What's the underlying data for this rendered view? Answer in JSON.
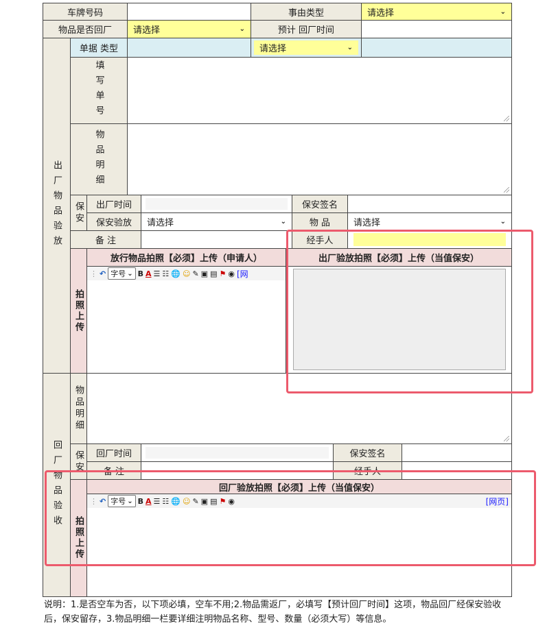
{
  "row1": {
    "plate_label": "车牌号码",
    "reason_label": "事由类型",
    "reason_value": "请选择"
  },
  "row2": {
    "return_label": "物品是否回厂",
    "return_value": "请选择",
    "eta_label": "预计 回厂时间"
  },
  "out_section": {
    "title": "出厂物品验放",
    "doc_type_label": "单据 类型",
    "doc_type_value": "请选择",
    "fill_no_label": "填写单号",
    "item_detail_label": "物品明细",
    "security_label": "保安",
    "out_time_label": "出厂时间",
    "guard_sign_label": "保安签名",
    "guard_check_label": "保安验放",
    "guard_check_value": "请选择",
    "item_label": "物 品",
    "item_value": "请选择",
    "remark_label": "备 注",
    "handler_label": "经手人",
    "photo_label": "拍照上传",
    "photo_left_header": "放行物品拍照【必须】上传（申请人）",
    "photo_right_header": "出厂验放拍照【必须】上传（当值保安）",
    "font_select": "字号",
    "web_link": "[网"
  },
  "return_section": {
    "title": "回厂物品验收",
    "item_detail_label": "物品明细",
    "security_label": "保安",
    "return_time_label": "回厂时间",
    "guard_sign_label": "保安签名",
    "remark_label": "备 注",
    "handler_label": "经手人",
    "photo_label": "拍照上传",
    "photo_header": "回厂验放拍照【必须】上传（当值保安）",
    "font_select": "字号",
    "web_link": "[网页]"
  },
  "note": "说明：1.是否空车为否，以下项必填，空车不用;2.物品需返厂，必填写【预计回厂时间】这项，物品回厂经保安验收后，保安留存，3.物品明细一栏要详细注明物品名称、型号、数量（必须大写）等信息。",
  "colors": {
    "label_bg": "#eeebe0",
    "highlight_bg": "#ffff99",
    "blue_bg": "#daeef3",
    "pink_bg": "#f2dcdb",
    "annotation": "#ec5a6c"
  }
}
